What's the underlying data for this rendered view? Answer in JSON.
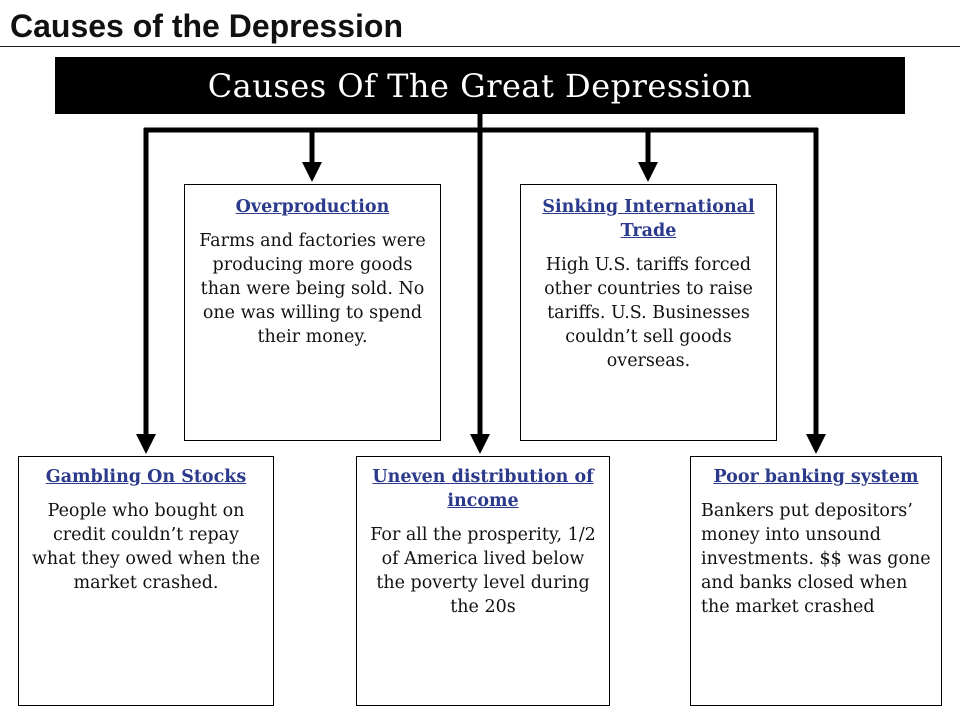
{
  "slide": {
    "title": "Causes of the Depression"
  },
  "banner": {
    "title": "Causes Of The Great Depression"
  },
  "colors": {
    "heading": "#2b3a8a",
    "banner_bg": "#000000",
    "banner_text": "#ffffff",
    "connector": "#000000"
  },
  "causes": {
    "overproduction": {
      "heading": "Overproduction",
      "body": "Farms and factories were producing more goods than were being sold.  No one was willing to spend their money."
    },
    "trade": {
      "heading": "Sinking International Trade",
      "body": "High U.S. tariffs forced other countries to raise tariffs.  U.S. Businesses couldn’t sell goods overseas."
    },
    "gambling": {
      "heading": "Gambling On Stocks",
      "body": "People who bought on credit couldn’t repay what they owed when the market crashed."
    },
    "income": {
      "heading": "Uneven distribution of income",
      "body": "For all the prosperity, 1/2 of America lived below the poverty level during the 20s"
    },
    "banking": {
      "heading": "Poor banking system",
      "body": "Bankers put depositors’ money into unsound investments.  $$ was gone and banks closed when the market crashed"
    }
  }
}
